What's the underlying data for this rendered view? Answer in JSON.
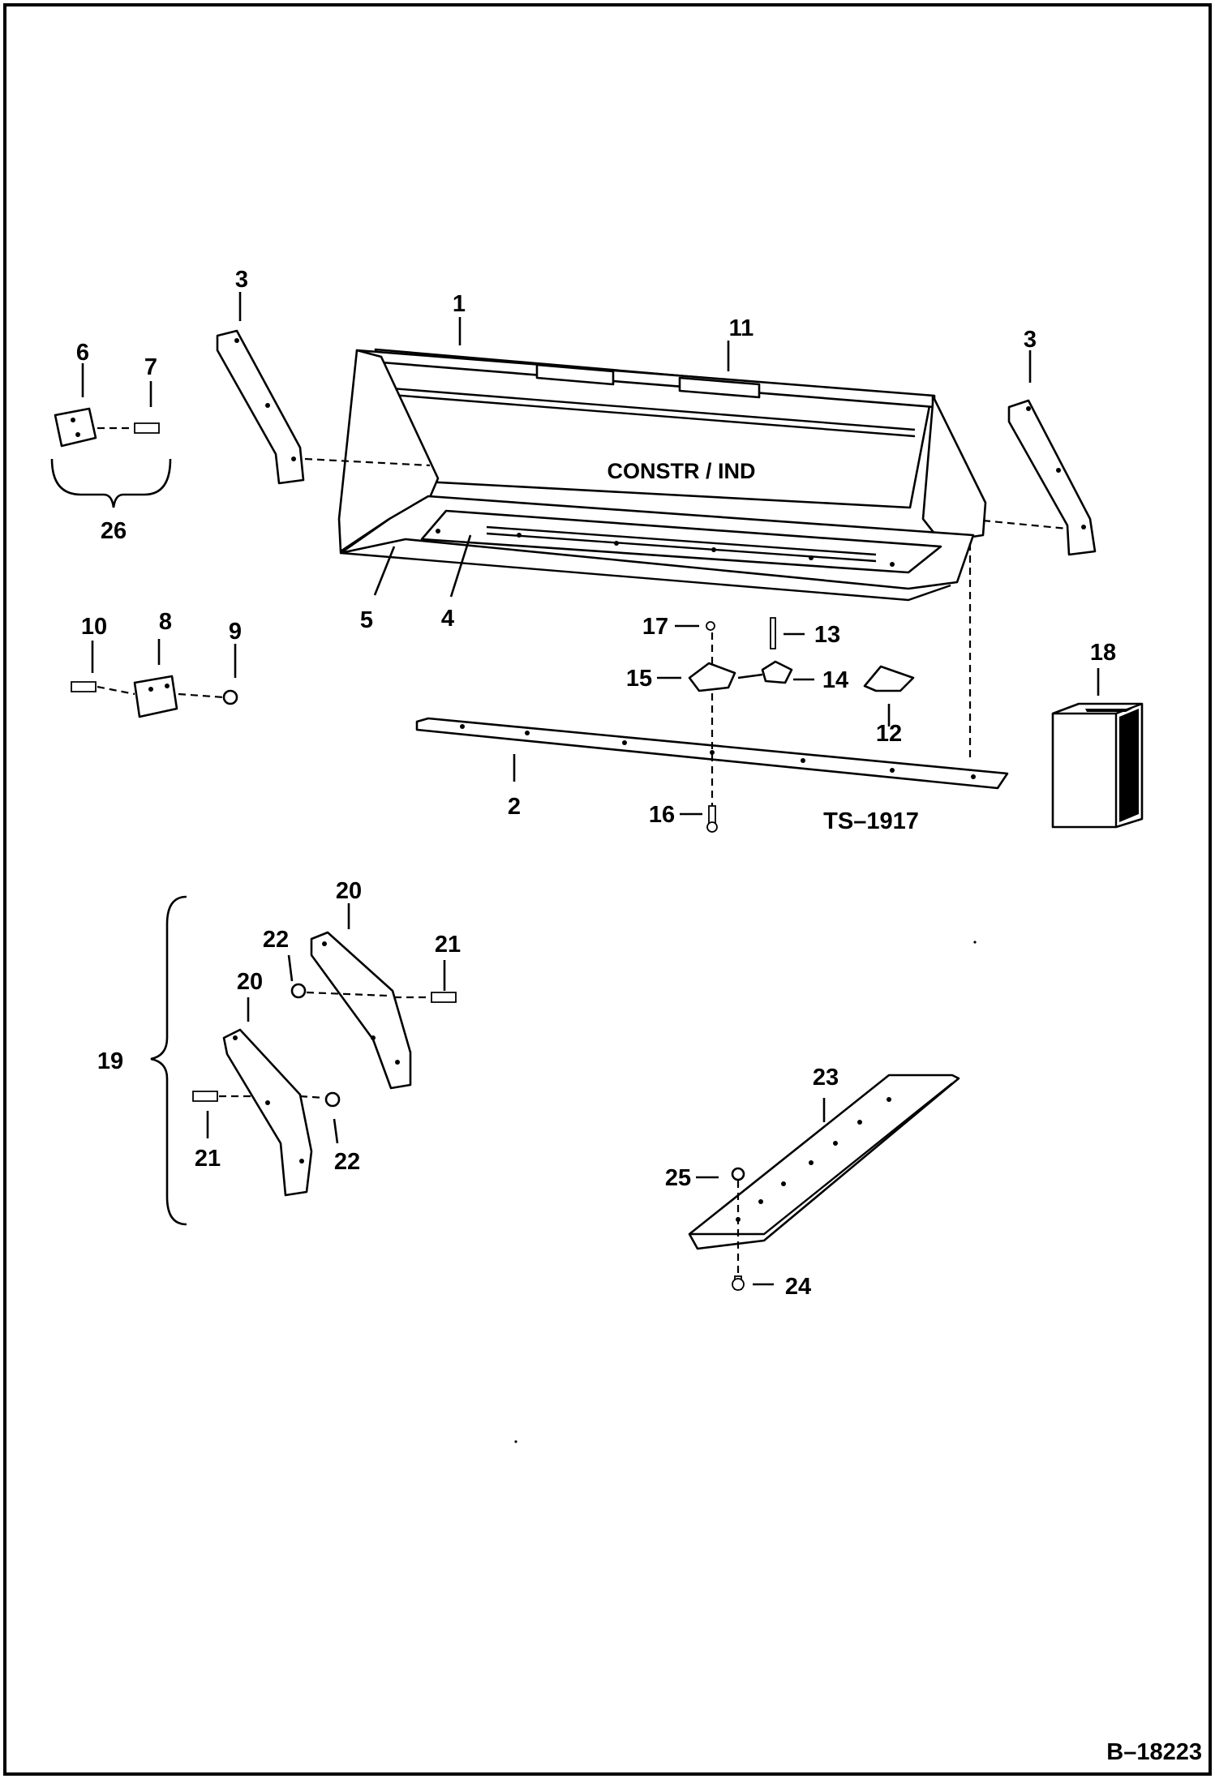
{
  "drawing": {
    "drawing_id": "B–18223",
    "view_ref": "TS–1917",
    "bucket_marking": "CONSTR / IND"
  },
  "callouts": {
    "c1": "1",
    "c2": "2",
    "c3_left": "3",
    "c3_right": "3",
    "c4": "4",
    "c5": "5",
    "c6": "6",
    "c7": "7",
    "c8": "8",
    "c9": "9",
    "c10": "10",
    "c11": "11",
    "c12": "12",
    "c13": "13",
    "c14": "14",
    "c15": "15",
    "c16": "16",
    "c17": "17",
    "c18": "18",
    "c19": "19",
    "c20_top": "20",
    "c20_bottom": "20",
    "c21_top": "21",
    "c21_bottom": "21",
    "c22_top": "22",
    "c22_bottom": "22",
    "c23": "23",
    "c24": "24",
    "c25": "25",
    "c26": "26"
  }
}
